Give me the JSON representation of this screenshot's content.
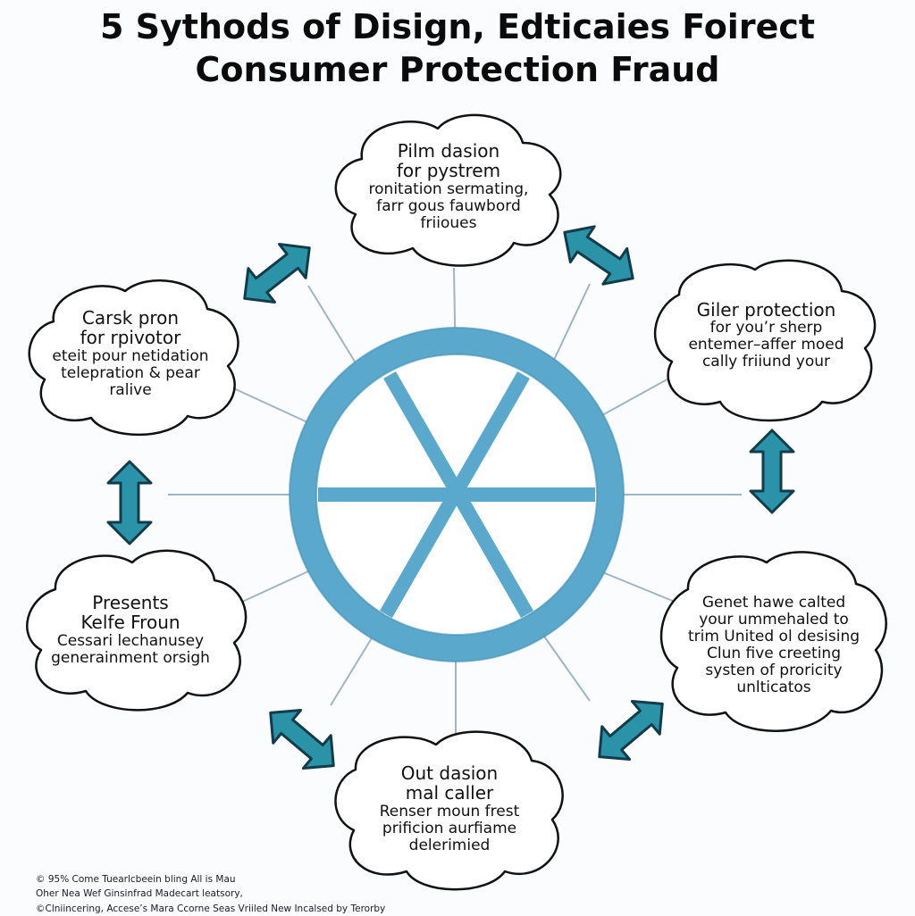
{
  "title": {
    "line1": "5 Sythods of Disign, Edticaies Foirect",
    "line2": "Consumer Protection Fraud"
  },
  "clouds": {
    "top": {
      "line1": "Pilm dasion",
      "line2": "for pystrem",
      "line3": "ronitation sermating,",
      "line4": "farr gous fauwbord",
      "line5": "friioues"
    },
    "left": {
      "line1": "Carsk pron",
      "line2": "for rpivotor",
      "line3": "eteit pour netidation",
      "line4": "telepration & pear",
      "line5": "ralive"
    },
    "right": {
      "line1": "Giler protection",
      "line2": "for you’r sherp",
      "line3": "entemer–affer moed",
      "line4": "cally friiund your"
    },
    "lower_left": {
      "line1": "Presents",
      "line2": "Kelfe Froun",
      "line3": "Cessari lechanusey",
      "line4": "generainment orsigh"
    },
    "lower_right": {
      "line1": "Genet hawe calted",
      "line2": "your ummehaled to",
      "line3": "trim United ol desising",
      "line4": "Clun five creeting",
      "line5": "systen of proricity",
      "line6": "unlticatos"
    },
    "bottom": {
      "line1": "Out dasion",
      "line2": "mal caller",
      "line3": "Renser moun frest",
      "line4": "prificion aurfiame",
      "line5": "delerimied"
    }
  },
  "footer": {
    "line1": "© 95% Come Tuearlcbeein bling All is Mau",
    "line2": "Oher Nea Wef Ginsinfrad Madecart leatsory,",
    "line3": "©Clniincering, Accese’s Mara Ccorne Seas Vriiled New Incalsed by Terorby"
  },
  "colors": {
    "wheel": "#5aa9cc",
    "wheel_inner": "#dceef6",
    "arrow": "#2b93a8",
    "arrow_outline": "#123c4a",
    "spoke": "#9fb4c4",
    "cloud_stroke": "#111111"
  },
  "icons": {
    "center": "wheel-icon",
    "arrows": "double-arrow-icon"
  }
}
